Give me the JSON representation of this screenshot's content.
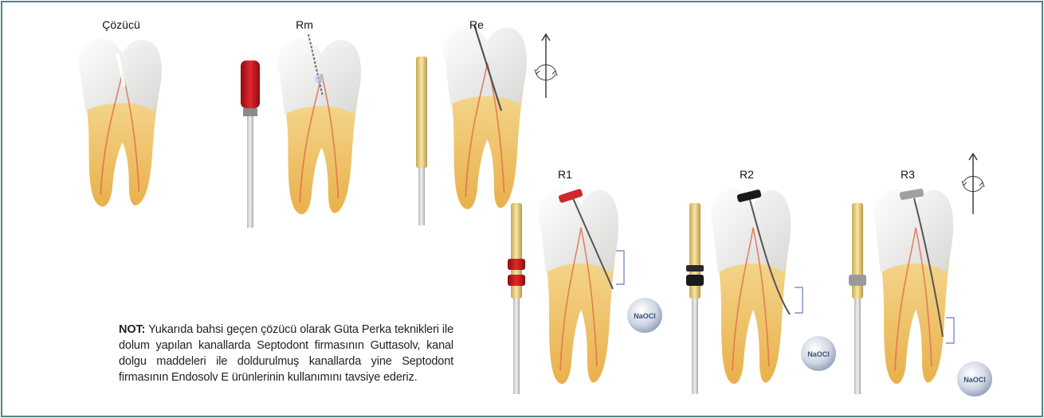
{
  "labels": {
    "solvent": "Çözücü",
    "rm": "Rm",
    "re": "Re",
    "r1": "R1",
    "r2": "R2",
    "r3": "R3"
  },
  "badges": {
    "naocl_1": "NaOCl",
    "naocl_2": "NaOCl",
    "naocl_3": "NaOCl"
  },
  "note": {
    "prefix": "NOT:",
    "text": " Yukarıda bahsi geçen çözücü olarak Güta Perka teknikleri ile dolum yapılan kanallarda Septodont firmasının Guttasolv, kanal dolgu maddeleri ile doldurulmuş kanallarda yine Septodont firmasının Endosolv E ürünlerinin kullanımını tavsiye ederiz."
  },
  "colors": {
    "border": "#4e8587",
    "file_red": "#c8141e",
    "file_black": "#1a1a1a",
    "file_gray": "#9a9a9a",
    "instrument_gold": "#e8cf7a",
    "dentin": "#f0c56a",
    "root_canal_line": "#e06a4a",
    "enamel": "#f2f2f0",
    "measure_blue": "#6b78c6"
  },
  "icons": [
    "rotation-arrow-icon",
    "rotation-arrow-icon"
  ]
}
